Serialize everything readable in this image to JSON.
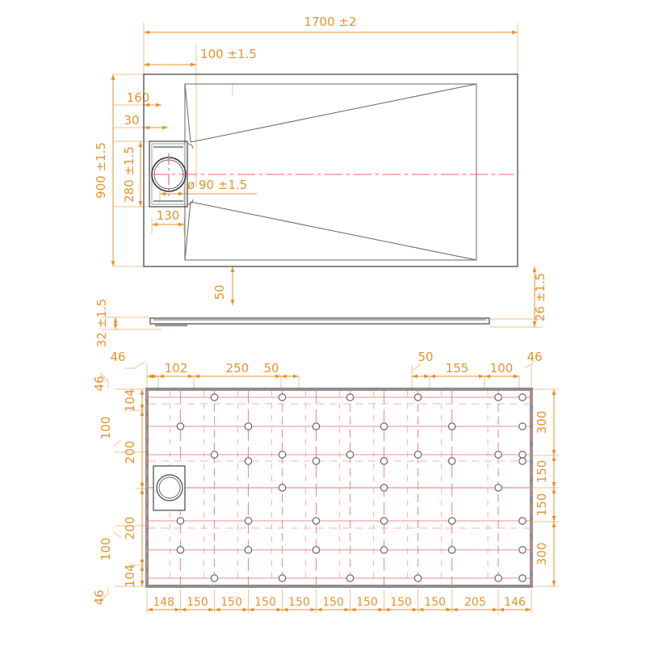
{
  "drawing": {
    "title": "Shower tray technical drawing",
    "units": "mm",
    "colors": {
      "dimension": "#e8922e",
      "dimension_light": "#f6d6ab",
      "outline": "#555555",
      "outline_heavy": "#888888",
      "centerline": "#e8615f",
      "centerline_light": "#f09a98",
      "background": "#ffffff"
    }
  },
  "top_view": {
    "name": "plan-view",
    "overall_width": "1700 ±2",
    "overall_height": "900 ±1.5",
    "channel_offset": "100 ±1.5",
    "dim_160": "160",
    "dim_30": "30",
    "dim_280": "280 ±1.5",
    "dim_130": "130",
    "drain_diameter": "ø 90 ±1.5",
    "dim_50_bottom": "50"
  },
  "side_view": {
    "name": "section-view",
    "left_thickness": "32 ±1.5",
    "right_thickness": "26 ±1.5"
  },
  "bottom_view": {
    "name": "underside-view",
    "top_chain_left": [
      "46",
      "102",
      "250",
      "50"
    ],
    "top_chain_right": [
      "50",
      "155",
      "100",
      "46"
    ],
    "left_chain_inner": [
      "104",
      "200",
      "200",
      "104"
    ],
    "left_chain_outer": [
      "46",
      "100",
      "100",
      "46"
    ],
    "right_chain": [
      "300",
      "150",
      "150",
      "300"
    ],
    "bottom_chain": [
      "148",
      "150",
      "150",
      "150",
      "150",
      "150",
      "150",
      "150",
      "150",
      "205",
      "146"
    ]
  }
}
